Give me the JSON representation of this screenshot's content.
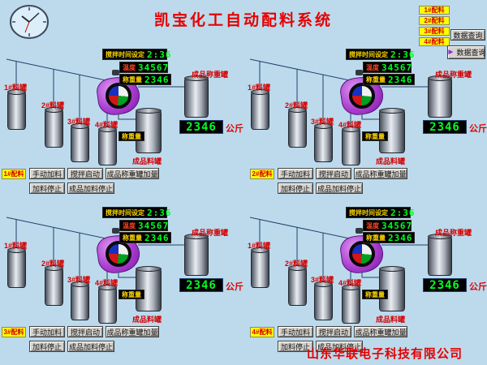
{
  "title": "凯宝化工自动配料系统",
  "footer": "山东华联电子科技有限公司",
  "nav": {
    "batch_buttons": [
      "1#配料",
      "2#配料",
      "3#配料",
      "4#配料"
    ],
    "query_button": "数据查询",
    "query_icon_button": "数据查询"
  },
  "colors": {
    "background": "#bcdaec",
    "accent_red": "#e60000",
    "led_green": "#00ff22",
    "led_background": "#000000",
    "tag_yellow": "#ffff00",
    "button_face": "#d6d3ce",
    "mixer_purple": "#aa3ed0"
  },
  "quadrants": [
    {
      "id": "1#配料",
      "stir": {
        "label": "搅拌时间设定",
        "value": "2:36"
      },
      "temp": {
        "label": "温度",
        "value": "34567"
      },
      "weight": {
        "label": "称重量",
        "value": "2346"
      },
      "tanks": [
        "1#料罐",
        "2#料罐",
        "3#料罐",
        "4#料罐"
      ],
      "weigh_tank": "成品称重罐",
      "product_tank": "成品料罐",
      "product_weight_label": "称重量",
      "total": {
        "value": "2346",
        "unit": "公斤"
      },
      "buttons": [
        "手动加料",
        "搅拌启动",
        "成品称重罐加量",
        "加料停止",
        "成品加料停止"
      ]
    },
    {
      "id": "2#配料",
      "stir": {
        "label": "搅拌时间设定",
        "value": "2:36"
      },
      "temp": {
        "label": "温度",
        "value": "34567"
      },
      "weight": {
        "label": "称重量",
        "value": "2346"
      },
      "tanks": [
        "1#料罐",
        "2#料罐",
        "3#料罐",
        "4#料罐"
      ],
      "weigh_tank": "成品称重罐",
      "product_tank": "成品料罐",
      "product_weight_label": "称重量",
      "total": {
        "value": "2346",
        "unit": "公斤"
      },
      "buttons": [
        "手动加料",
        "搅拌启动",
        "成品称重罐加量",
        "加料停止",
        "成品加料停止"
      ]
    },
    {
      "id": "3#配料",
      "stir": {
        "label": "搅拌时间设定",
        "value": "2:36"
      },
      "temp": {
        "label": "温度",
        "value": "34567"
      },
      "weight": {
        "label": "称重量",
        "value": "2346"
      },
      "tanks": [
        "1#料罐",
        "2#料罐",
        "3#料罐",
        "4#料罐"
      ],
      "weigh_tank": "成品称重罐",
      "product_tank": "成品料罐",
      "product_weight_label": "称重量",
      "total": {
        "value": "2346",
        "unit": "公斤"
      },
      "buttons": [
        "手动加料",
        "搅拌启动",
        "成品称重罐加量",
        "加料停止",
        "成品加料停止"
      ]
    },
    {
      "id": "4#配料",
      "stir": {
        "label": "搅拌时间设定",
        "value": "2:36"
      },
      "temp": {
        "label": "温度",
        "value": "34567"
      },
      "weight": {
        "label": "称重量",
        "value": "2346"
      },
      "tanks": [
        "1#料罐",
        "2#料罐",
        "3#料罐",
        "4#料罐"
      ],
      "weigh_tank": "成品称重罐",
      "product_tank": "成品料罐",
      "product_weight_label": "称重量",
      "total": {
        "value": "2346",
        "unit": "公斤"
      },
      "buttons": [
        "手动加料",
        "搅拌启动",
        "成品称重罐加量",
        "加料停止",
        "成品加料停止"
      ]
    }
  ]
}
